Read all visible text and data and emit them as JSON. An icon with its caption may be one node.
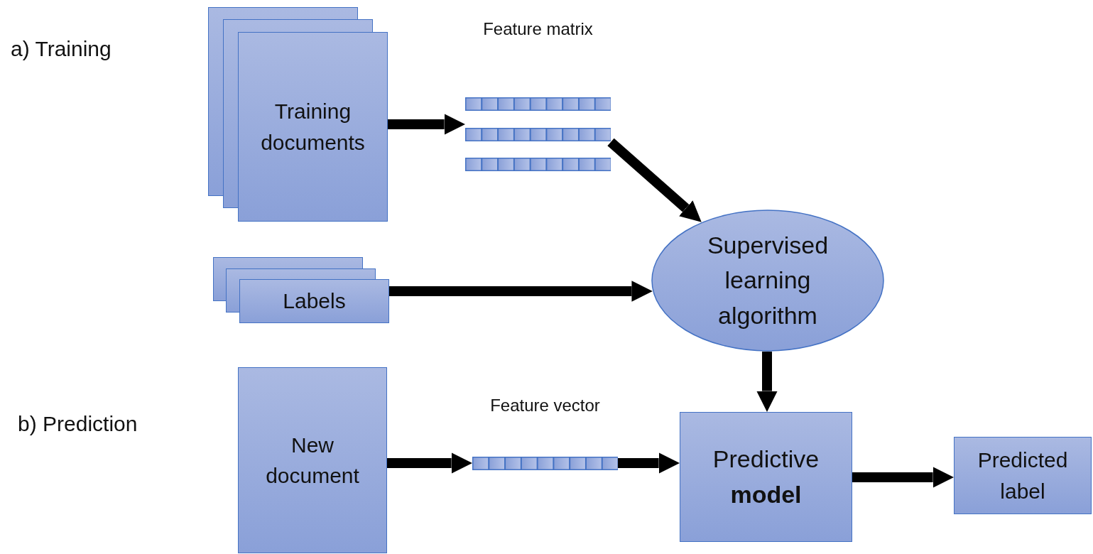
{
  "diagram": {
    "nodes": [
      {
        "text": [
          "Training documents"
        ]
      },
      {
        "text": [
          "Feature matrix"
        ]
      },
      {
        "text": [
          "Labels"
        ]
      },
      {
        "text": [
          "Supervised learning algorithm"
        ]
      },
      {
        "text": [
          "New document"
        ]
      },
      {
        "text": [
          "Feature vector"
        ]
      },
      {
        "text": [
          "Predictive **model**"
        ]
      },
      {
        "text": [
          "Predicted label"
        ]
      }
    ],
    "edges": [
      {
        "from": 0,
        "to": 1,
        "arrow": "to"
      },
      {
        "from": 1,
        "to": 3,
        "arrow": "to"
      },
      {
        "from": 2,
        "to": 3,
        "arrow": "to"
      },
      {
        "from": 3,
        "to": 6,
        "arrow": "to"
      },
      {
        "from": 4,
        "to": 5,
        "arrow": "to"
      },
      {
        "from": 5,
        "to": 6,
        "arrow": "to"
      },
      {
        "from": 6,
        "to": 7,
        "arrow": "to"
      }
    ],
    "labels": [
      "a) Training",
      "b) Prediction"
    ]
  }
}
